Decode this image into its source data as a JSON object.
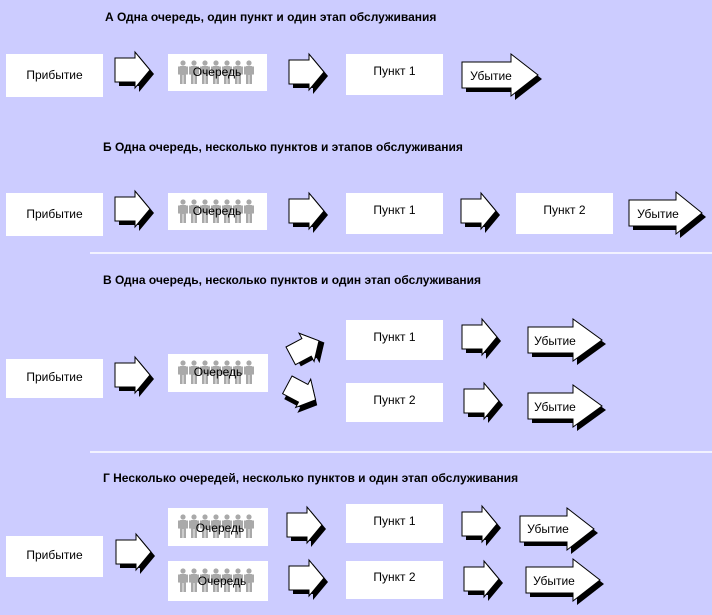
{
  "sections": [
    {
      "title": "А   Одна очередь, один пункт и один этап обслуживания",
      "arrival": "Прибытие",
      "queues": [
        "Очередь"
      ],
      "points": [
        "Пункт 1"
      ],
      "departures": [
        "Убытие"
      ]
    },
    {
      "title": "Б   Одна очередь, несколько пунктов и этапов обслуживания",
      "arrival": "Прибытие",
      "queues": [
        "Очередь"
      ],
      "points": [
        "Пункт 1",
        "Пункт 2"
      ],
      "departures": [
        "Убытие"
      ]
    },
    {
      "title": "В   Одна очередь, несколько пунктов и один этап обслуживания",
      "arrival": "Прибытие",
      "queues": [
        "Очередь"
      ],
      "points": [
        "Пункт 1",
        "Пункт 2"
      ],
      "departures": [
        "Убытие",
        "Убытие"
      ]
    },
    {
      "title": "Г   Несколько очередей, несколько пунктов и один этап обслуживания",
      "arrival": "Прибытие",
      "queues": [
        "Очередь",
        "Очередь"
      ],
      "points": [
        "Пункт 1",
        "Пункт 2"
      ],
      "departures": [
        "Убытие",
        "Убытие"
      ]
    }
  ],
  "colors": {
    "background": "#ccccff",
    "box": "#ffffff",
    "arrow_fill": "#ffffff",
    "arrow_stroke": "#000000",
    "people": "#a9a9a9",
    "divider": "#ffffff"
  }
}
